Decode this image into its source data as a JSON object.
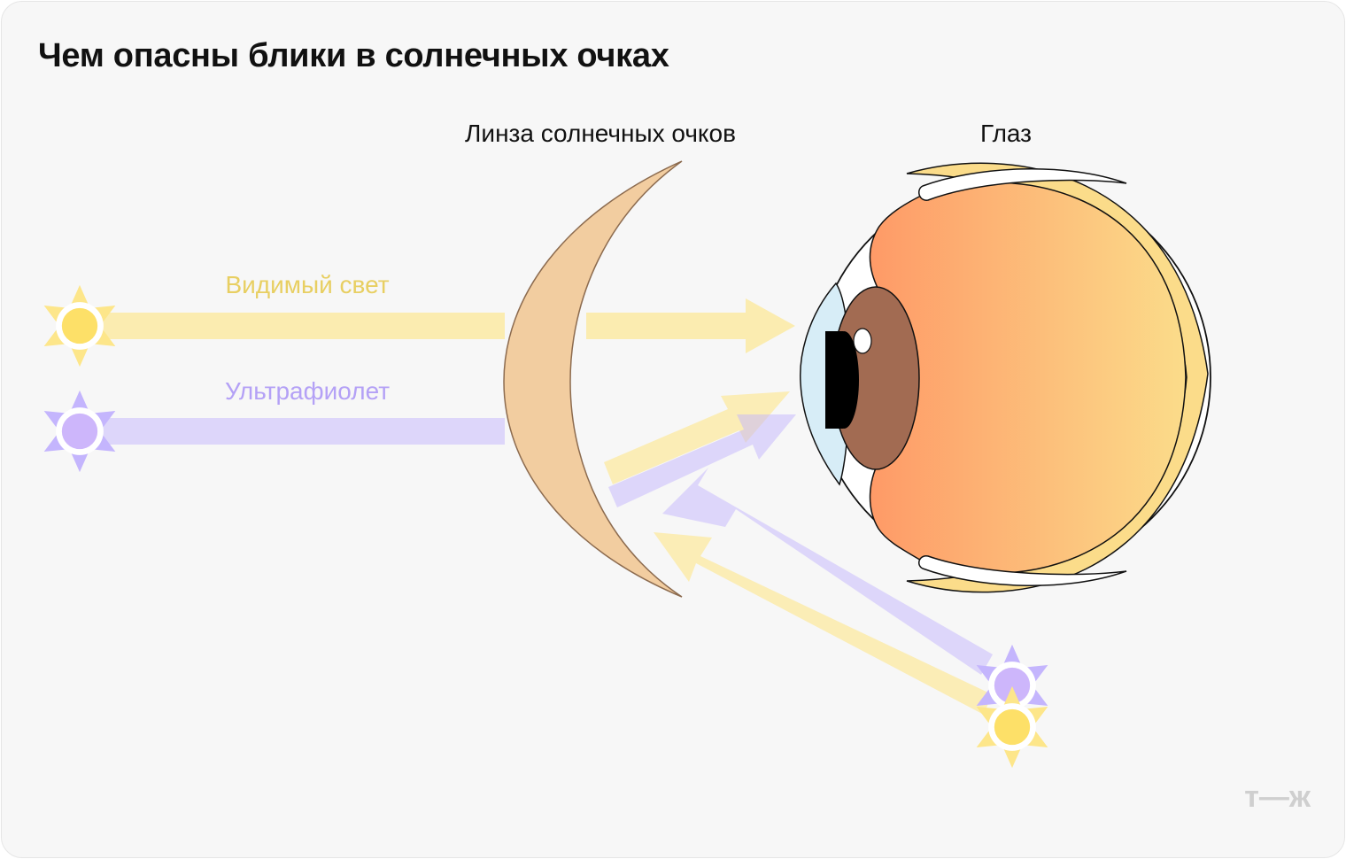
{
  "title": "Чем опасны блики в солнечных очках",
  "labels": {
    "lens": "Линза солнечных очков",
    "eye": "Глаз",
    "visible_light": "Видимый свет",
    "ultraviolet": "Ультрафиолет"
  },
  "logo": "т—ж",
  "colors": {
    "visible_light": "#fde68a",
    "ultraviolet": "#c4b5fd",
    "lens_fill": "#f2cda0",
    "iris": "#a26b52",
    "eye_orange": "#fe9a67",
    "eye_yellow": "#fbdc8a"
  },
  "icons": [
    "sun-icon-yellow",
    "sun-icon-violet"
  ]
}
